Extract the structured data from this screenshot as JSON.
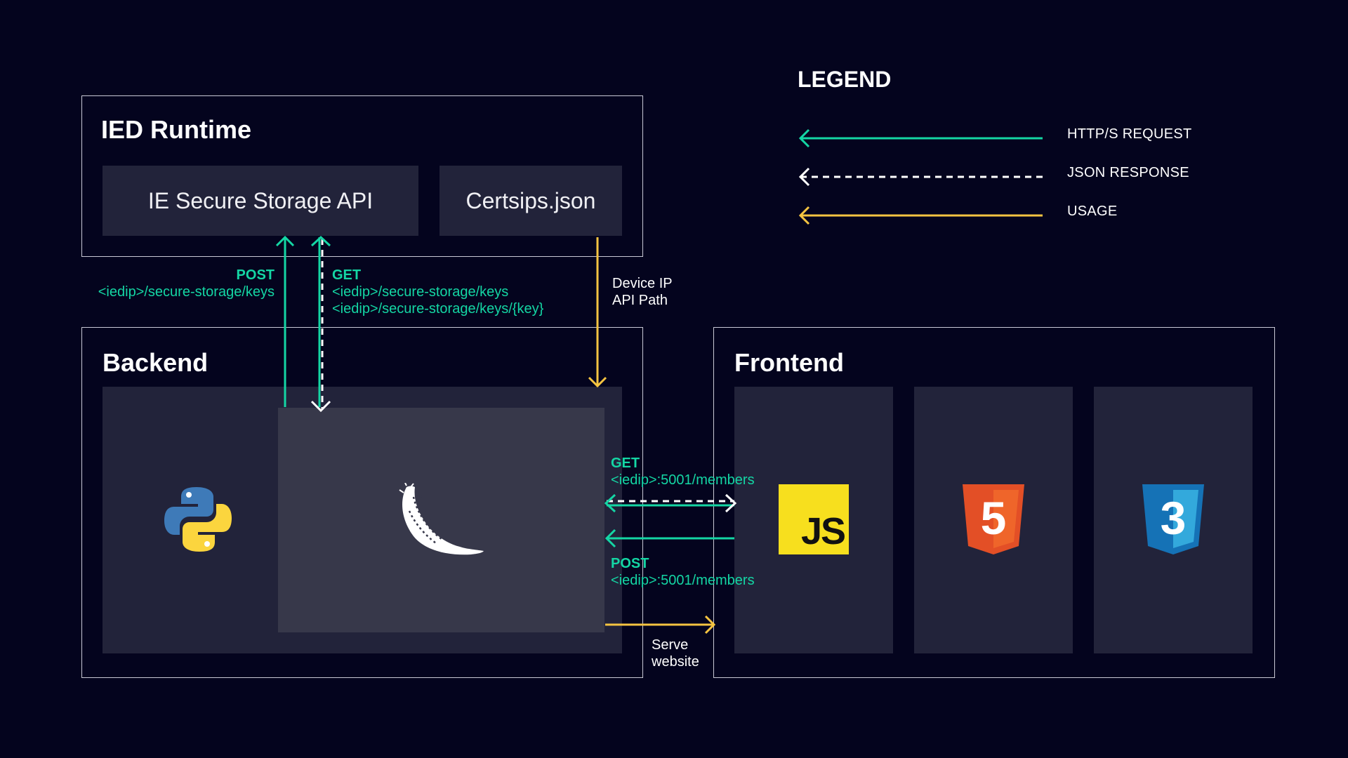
{
  "legend": {
    "title": "LEGEND",
    "items": [
      {
        "label": "HTTP/S REQUEST",
        "style": "solid",
        "color": "#14d6a4"
      },
      {
        "label": "JSON RESPONSE",
        "style": "dashed",
        "color": "#ffffff"
      },
      {
        "label": "USAGE",
        "style": "solid",
        "color": "#f5c441"
      }
    ]
  },
  "ied_runtime": {
    "title": "IED Runtime",
    "components": [
      "IE Secure Storage API",
      "Certsips.json"
    ]
  },
  "backend": {
    "title": "Backend",
    "icons": [
      "python-icon",
      "flask-icon"
    ]
  },
  "frontend": {
    "title": "Frontend",
    "icons": [
      "javascript-icon",
      "html5-icon",
      "css3-icon"
    ],
    "js_text": "JS",
    "html_digit": "5",
    "css_digit": "3"
  },
  "connections": {
    "post_storage": {
      "method": "POST",
      "paths": [
        "<iedip>/secure-storage/keys"
      ]
    },
    "get_storage": {
      "method": "GET",
      "paths": [
        "<iedip>/secure-storage/keys",
        "<iedip>/secure-storage/keys/{key}"
      ]
    },
    "device_ip": {
      "lines": [
        "Device IP",
        "API Path"
      ]
    },
    "get_members": {
      "method": "GET",
      "path": "<iedip>:5001/members"
    },
    "post_members": {
      "method": "POST",
      "path": "<iedip>:5001/members"
    },
    "serve": {
      "lines": [
        "Serve",
        "website"
      ]
    }
  },
  "colors": {
    "background": "#04041e",
    "tile": "#22233a",
    "flask_tile": "#37384a",
    "request": "#14d6a4",
    "response": "#ffffff",
    "usage": "#f5c441"
  }
}
